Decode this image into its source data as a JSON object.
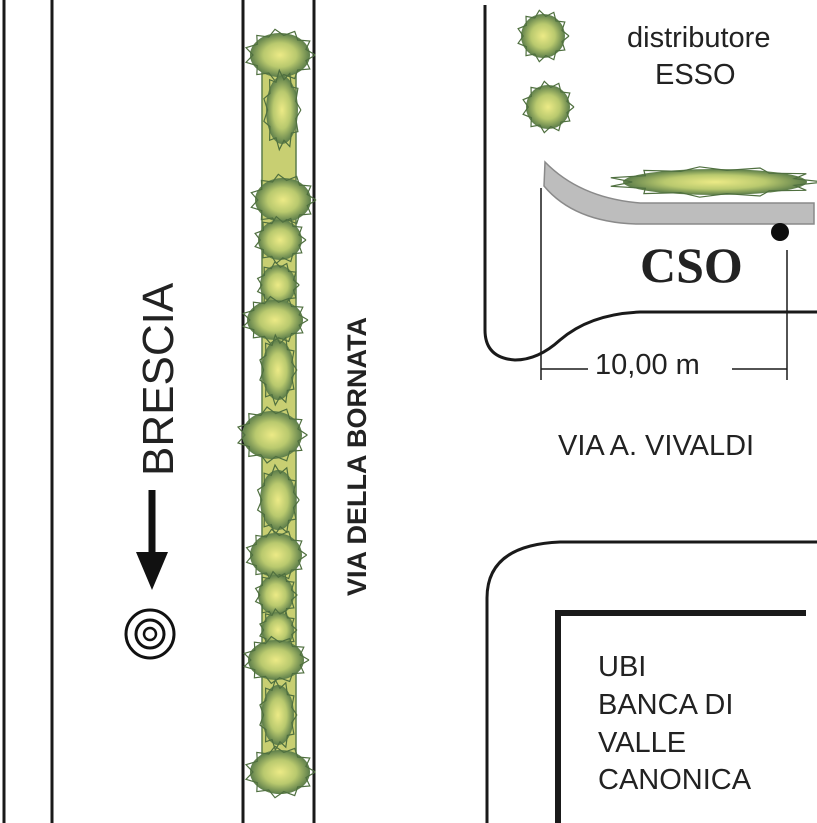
{
  "labels": {
    "direction": "BRESCIA",
    "street_vertical": "VIA DELLA BORNATA",
    "street_horizontal": "VIA  A. VIVALDI",
    "station_line1": "distributore",
    "station_line2": "ESSO",
    "marker": "CSO",
    "distance": "10,00 m",
    "bank_line1": "UBI",
    "bank_line2": "BANCA DI",
    "bank_line3": "VALLE",
    "bank_line4": "CANONICA"
  },
  "colors": {
    "line": "#1a1a1a",
    "curb": "#bdbdbd",
    "curb_stroke": "#8a8a8a",
    "shrub_center": "#e3e07a",
    "shrub_mid": "#a9c06a",
    "shrub_edge": "#5c7d4a"
  },
  "icons": {
    "target": "concentric-circles-icon",
    "arrow": "arrow-down-icon",
    "point": "dot-marker-icon"
  }
}
